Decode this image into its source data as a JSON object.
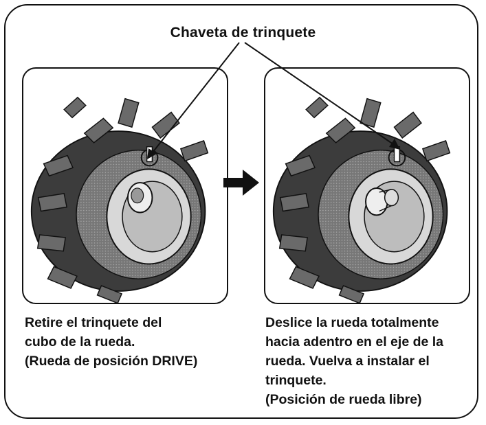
{
  "title": "Chaveta de trinquete",
  "left": {
    "lines": [
      "Retire el trinquete del",
      "cubo de la rueda.",
      "(Rueda de posición DRIVE)"
    ]
  },
  "right": {
    "lines": [
      "Deslice la rueda totalmente",
      "hacia adentro en el eje de la",
      "rueda. Vuelva a instalar el",
      "trinquete.",
      "(Posición de rueda libre)"
    ]
  },
  "colors": {
    "ink": "#111111",
    "tire": "#3a3a3a",
    "tread": "#555555",
    "rim": "#bdbdbd"
  }
}
